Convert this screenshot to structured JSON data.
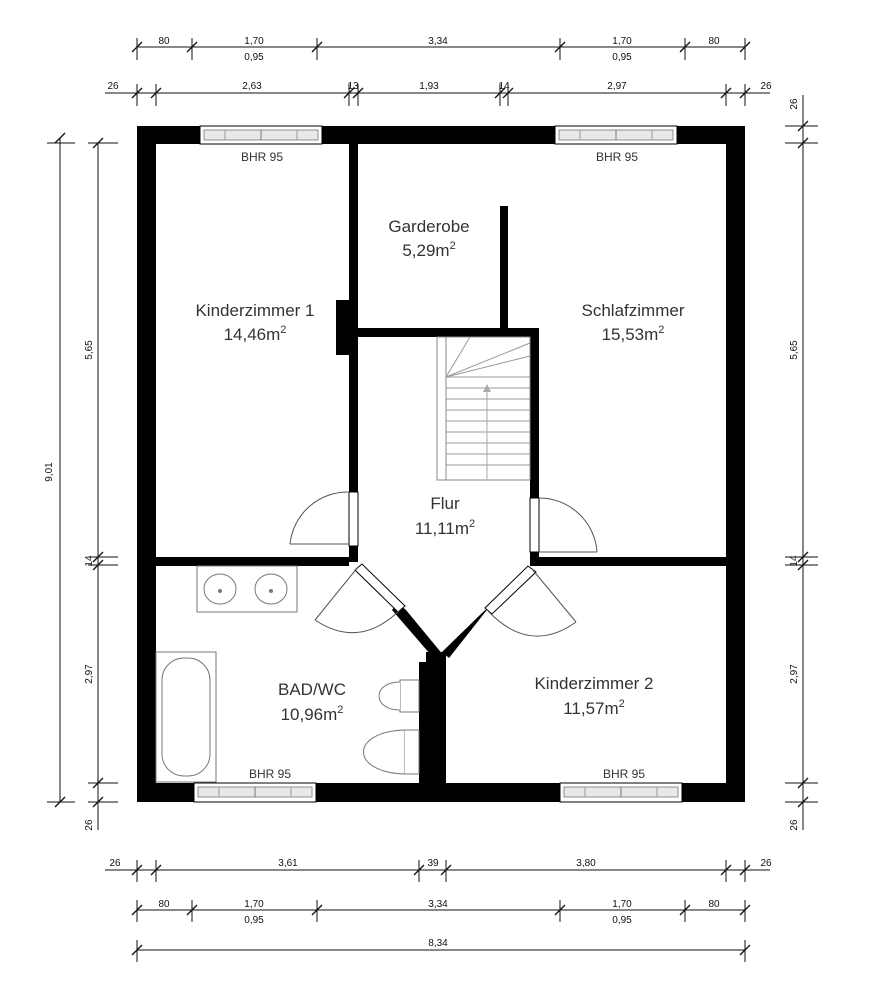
{
  "dimensions": {
    "top_row1": [
      "80",
      "1,70",
      "3,34",
      "1,70",
      "80"
    ],
    "top_row1_sub": [
      "0,95",
      "0,95"
    ],
    "top_row2": [
      "26",
      "2,63",
      "13",
      "1,93",
      "14",
      "2,97",
      "26"
    ],
    "bottom_row1": [
      "26",
      "3,61",
      "39",
      "3,80",
      "26"
    ],
    "bottom_row2": [
      "80",
      "1,70",
      "3,34",
      "1,70",
      "80"
    ],
    "bottom_row2_sub": [
      "0,95",
      "0,95"
    ],
    "bottom_total": "8,34",
    "left_outer": "9,01",
    "left_inner": [
      "5,65",
      "14",
      "2,97",
      "26"
    ],
    "right": [
      "26",
      "5,65",
      "14",
      "2,97",
      "26"
    ]
  },
  "rooms": [
    {
      "name": "Garderobe",
      "area": "5,29m"
    },
    {
      "name": "Kinderzimmer 1",
      "area": "14,46m"
    },
    {
      "name": "Schlafzimmer",
      "area": "15,53m"
    },
    {
      "name": "Flur",
      "area": "11,11m"
    },
    {
      "name": "BAD/WC",
      "area": "10,96m"
    },
    {
      "name": "Kinderzimmer 2",
      "area": "11,57m"
    }
  ],
  "area_unit_superscript": "2",
  "windows": [
    "BHR 95",
    "BHR 95",
    "BHR 95",
    "BHR 95"
  ]
}
